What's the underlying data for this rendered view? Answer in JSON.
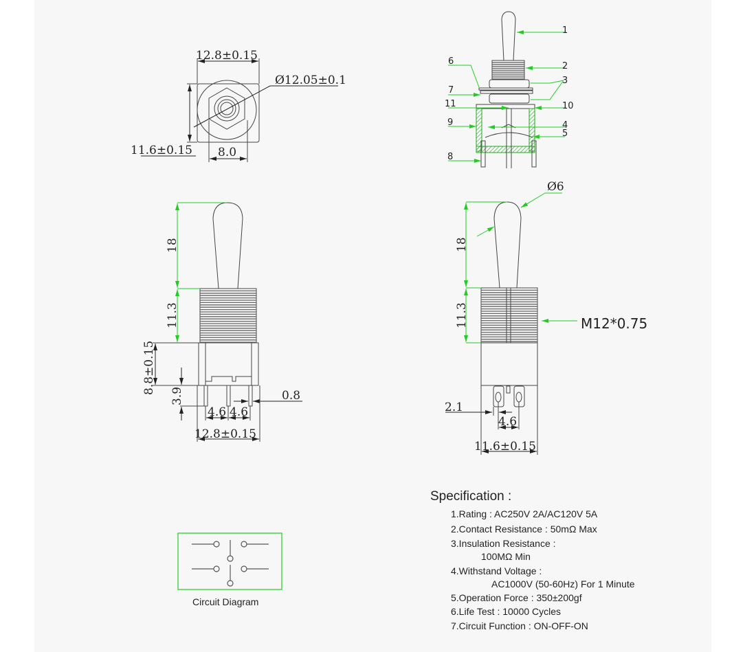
{
  "top_view": {
    "width_dim": "12.8±0.15",
    "diameter_dim": "Ø12.05±0.1",
    "height_dim": "11.6±0.15",
    "hex_dim": "8.0"
  },
  "parts_view": {
    "callouts": [
      "1",
      "2",
      "3",
      "4",
      "5",
      "6",
      "7",
      "8",
      "9",
      "10",
      "11"
    ]
  },
  "front_view": {
    "lever_dim": "18",
    "thread_dim": "11.3",
    "body_dim": "8.8±0.15",
    "pin_len_dim": "3.9",
    "pin_width_dim": "0.8",
    "pitch1_dim": "4.6",
    "pitch2_dim": "4.6",
    "width_dim": "12.8±0.15"
  },
  "side_view": {
    "lever_dim": "18",
    "thread_dim": "11.3",
    "lever_diameter": "Ø6",
    "thread_spec": "M12*0.75",
    "offset_dim": "2.1",
    "pitch_dim": "4.6",
    "width_dim": "11.6±0.15"
  },
  "circuit": {
    "label": "Circuit Diagram",
    "border_color": "#22cc22"
  },
  "specification": {
    "title": "Specification :",
    "items": [
      "1.Rating  : AC250V  2A/AC120V  5A",
      "2.Contact Resistance : 50mΩ  Max",
      "3.Insulation Resistance :",
      "100MΩ Min",
      "4.Withstand Voltage :",
      "AC1000V (50-60Hz) For 1 Minute",
      "5.Operation  Force : 350±200gf",
      "6.Life Test : 10000 Cycles",
      "7.Circuit Function : ON-OFF-ON"
    ]
  }
}
